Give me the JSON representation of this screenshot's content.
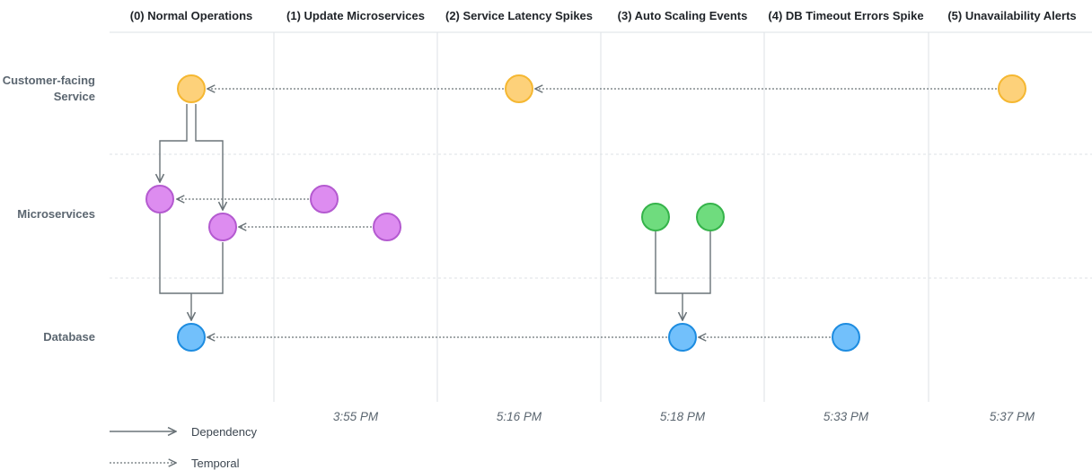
{
  "columns": [
    {
      "title": "(0) Normal Operations",
      "time": ""
    },
    {
      "title": "(1) Update Microservices",
      "time": "3:55 PM"
    },
    {
      "title": "(2) Service Latency Spikes",
      "time": "5:16 PM"
    },
    {
      "title": "(3) Auto Scaling Events",
      "time": "5:18 PM"
    },
    {
      "title": "(4) DB Timeout Errors Spike",
      "time": "5:33 PM"
    },
    {
      "title": "(5) Unavailability Alerts",
      "time": "5:37 PM"
    }
  ],
  "rows": [
    {
      "label_line1": "Customer-facing",
      "label_line2": "Service"
    },
    {
      "label_line1": "Microservices",
      "label_line2": ""
    },
    {
      "label_line1": "Database",
      "label_line2": ""
    }
  ],
  "legend": {
    "dependency": "Dependency",
    "temporal": "Temporal"
  },
  "colors": {
    "service_fill": "#fdd17a",
    "service_stroke": "#f5b731",
    "micro_fill": "#dd8cf0",
    "micro_stroke": "#b45ad0",
    "scaled_fill": "#6fdc7e",
    "scaled_stroke": "#35b34a",
    "db_fill": "#72c0fb",
    "db_stroke": "#1d8ce0",
    "edge": "#6a7378",
    "grid": "#dde2e6"
  }
}
